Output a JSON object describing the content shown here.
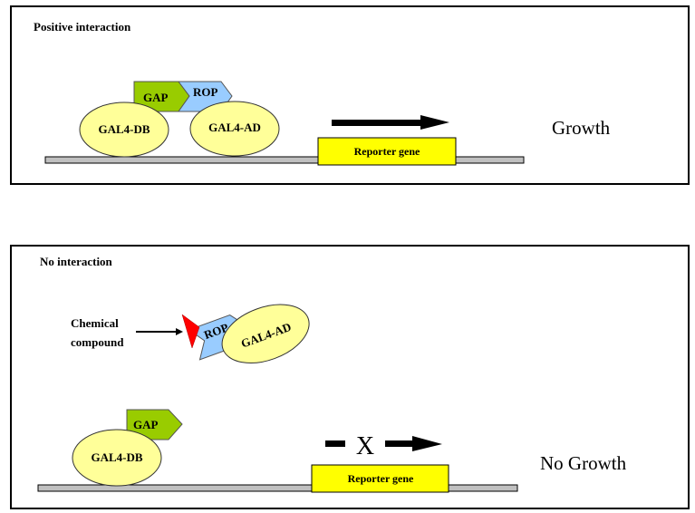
{
  "colors": {
    "panel_border": "#000000",
    "dna_fill": "#c0c0c0",
    "ellipse_fill": "#ffff99",
    "gap_fill": "#99cc00",
    "rop_fill": "#99ccff",
    "reporter_fill": "#ffff00",
    "compound_fill": "#ff0000",
    "arrow": "#000000"
  },
  "panels": [
    {
      "title": "Positive interaction",
      "dna_binding": "GAL4-DB",
      "activation_domain": "GAL4-AD",
      "bait": "GAP",
      "prey": "ROP",
      "reporter": "Reporter gene",
      "outcome": "Growth",
      "transcription": "active"
    },
    {
      "title": "No interaction",
      "dna_binding": "GAL4-DB",
      "activation_domain": "GAL4-AD",
      "bait": "GAP",
      "prey": "ROP",
      "reporter": "Reporter gene",
      "outcome": "No Growth",
      "blocked_mark": "X",
      "compound_label_line1": "Chemical",
      "compound_label_line2": "compound",
      "transcription": "blocked"
    }
  ]
}
